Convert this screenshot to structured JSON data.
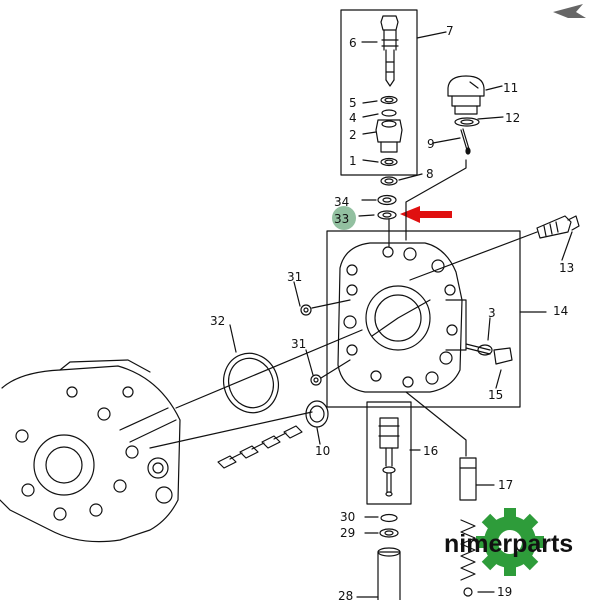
{
  "diagram": {
    "part_labels": {
      "p1": "1",
      "p2": "2",
      "p3": "3",
      "p4": "4",
      "p5": "5",
      "p6": "6",
      "p7": "7",
      "p8": "8",
      "p9": "9",
      "p10": "10",
      "p11": "11",
      "p12": "12",
      "p13": "13",
      "p14": "14",
      "p15": "15",
      "p16": "16",
      "p17": "17",
      "p19": "19",
      "p28": "28",
      "p29": "29",
      "p30": "30",
      "p31a": "31",
      "p31b": "31",
      "p32": "32",
      "p33": "33",
      "p34": "34"
    },
    "highlighted_part": "33",
    "highlight_color": "#7fb58f",
    "arrow_color": "#e01010"
  },
  "watermark": {
    "text": "nimerparts",
    "logo_color": "#2e9c3a"
  }
}
